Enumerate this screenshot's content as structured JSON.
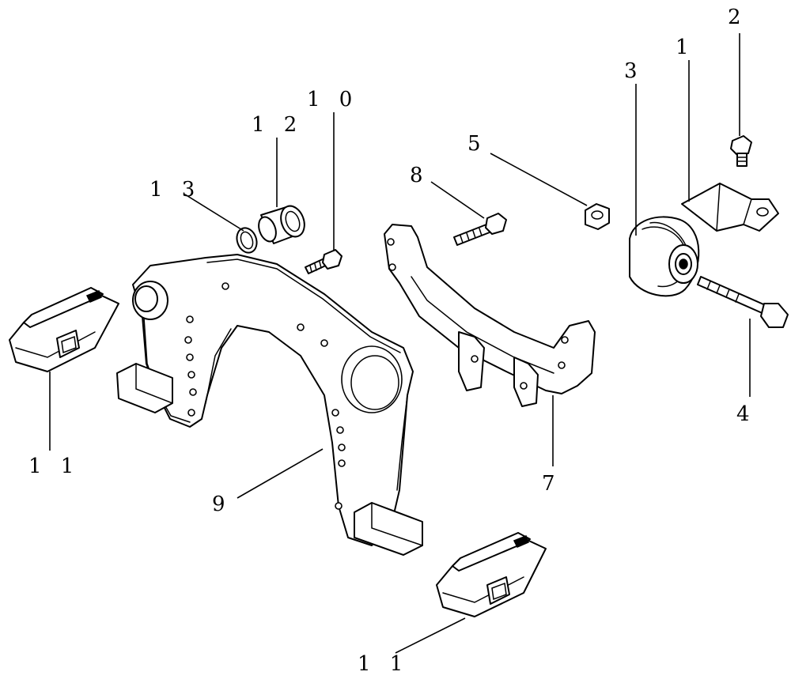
{
  "callouts": {
    "c1": "1",
    "c2": "2",
    "c3": "3",
    "c4": "4",
    "c5": "5",
    "c7": "7",
    "c8": "8",
    "c9": "9",
    "c10": "1 0",
    "c11a": "1 1",
    "c11b": "1 1",
    "c12": "1 2",
    "c13": "1 3"
  },
  "colors": {
    "ink": "#000000",
    "paper": "#ffffff"
  }
}
